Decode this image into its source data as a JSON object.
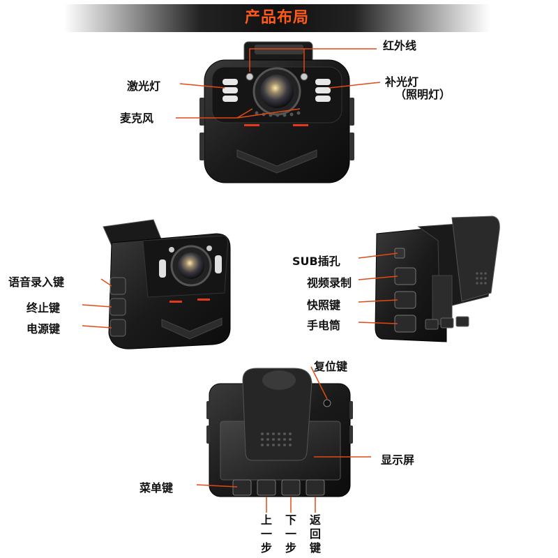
{
  "title": "产品布局",
  "colors": {
    "accent": "#ff5a1a",
    "callout_line": "#e24a12",
    "device_body": "#1b1b1b"
  },
  "labels": {
    "infrared": "红外线",
    "laser": "激光灯",
    "fill_light_1": "补光灯",
    "fill_light_2": "（照明灯）",
    "microphone": "麦克风",
    "voice_record": "语音录入键",
    "stop": "终止键",
    "power": "电源键",
    "usb": "SUB插孔",
    "video_record": "视频录制",
    "snapshot": "快照键",
    "flashlight": "手电筒",
    "reset": "复位键",
    "display": "显示屏",
    "menu": "菜单键",
    "prev": [
      "上",
      "一",
      "步"
    ],
    "next": [
      "下",
      "一",
      "步"
    ],
    "back": [
      "返",
      "回",
      "键"
    ]
  }
}
